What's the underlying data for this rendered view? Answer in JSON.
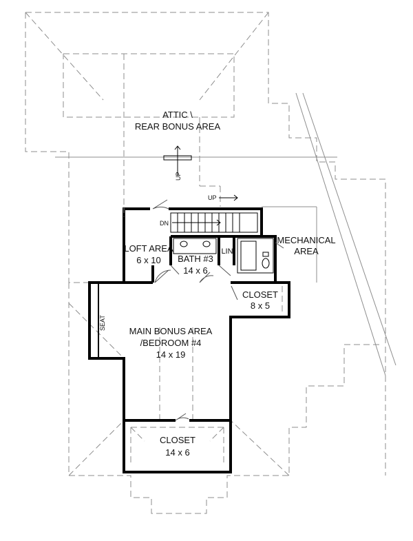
{
  "rooms": {
    "attic": {
      "name": "ATTIC \\",
      "name2": "REAR BONUS AREA"
    },
    "loft": {
      "name": "LOFT AREA",
      "size": "6 x 10"
    },
    "bath": {
      "name": "BATH #3",
      "size": "14 x 6"
    },
    "linen": {
      "name": "LIN"
    },
    "mechanical": {
      "name": "MECHANICAL",
      "name2": "AREA"
    },
    "closet_side": {
      "name": "CLOSET",
      "size": "8 x 5"
    },
    "main_bonus": {
      "name": "MAIN BONUS AREA",
      "name2": "/BEDROOM #4",
      "size": "14 x 19"
    },
    "closet_bottom": {
      "name": "CLOSET",
      "size": "14 x 6"
    }
  },
  "annotations": {
    "seat": "SEAT",
    "stair_dn": "DN",
    "attic_up": "UP",
    "ramp_up": "UP"
  },
  "colors": {
    "wall": "#000000",
    "roof_outline": "#8d8d8d",
    "background": "#ffffff"
  }
}
